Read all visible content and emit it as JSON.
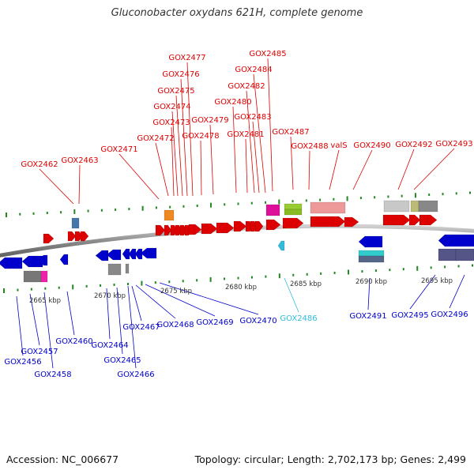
{
  "title": "Gluconobacter oxydans 621H, complete genome",
  "accession": "Accession: NC_006677",
  "topology": "Topology: circular; Length: 2,702,173 bp; Genes: 2,499",
  "colors": {
    "forward_strand": "#dd0000",
    "reverse_strand": "#0000cc",
    "highlighted_gene": "#33bbdd",
    "backbone": "#909090",
    "tick": "#228822"
  },
  "scale_labels": [
    "2665 kbp",
    "2670 kbp",
    "2675 kbp",
    "2680 kbp",
    "2685 kbp",
    "2690 kbp",
    "2695 kbp"
  ],
  "forward_genes": [
    "GOX2462",
    "GOX2463",
    "GOX2471",
    "GOX2472",
    "GOX2473",
    "GOX2474",
    "GOX2475",
    "GOX2476",
    "GOX2477",
    "GOX2478",
    "GOX2479",
    "GOX2480",
    "GOX2481",
    "GOX2482",
    "GOX2483",
    "GOX2484",
    "GOX2485",
    "GOX2487",
    "GOX2488",
    "valS",
    "GOX2490",
    "GOX2492",
    "GOX2493"
  ],
  "reverse_genes": [
    "GOX2456",
    "GOX2457",
    "GOX2458",
    "GOX2460",
    "GOX2464",
    "GOX2465",
    "GOX2466",
    "GOX2467",
    "GOX2468",
    "GOX2469",
    "GOX2470",
    "GOX2486",
    "GOX2491",
    "GOX2495",
    "GOX2496"
  ]
}
